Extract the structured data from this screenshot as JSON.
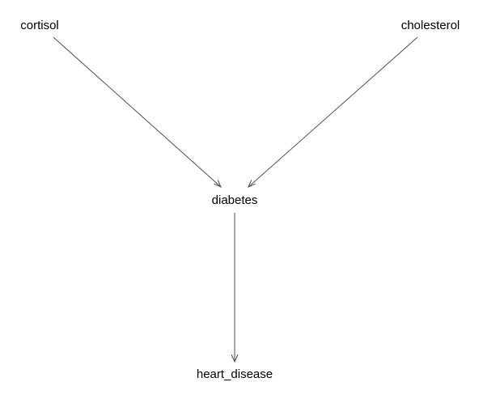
{
  "diagram": {
    "nodes": [
      {
        "id": "cortisol",
        "label": "cortisol"
      },
      {
        "id": "cholesterol",
        "label": "cholesterol"
      },
      {
        "id": "diabetes",
        "label": "diabetes"
      },
      {
        "id": "heart_disease",
        "label": "heart_disease"
      }
    ],
    "edges": [
      {
        "from": "cortisol",
        "to": "diabetes"
      },
      {
        "from": "cholesterol",
        "to": "diabetes"
      },
      {
        "from": "diabetes",
        "to": "heart_disease"
      }
    ],
    "colors": {
      "background": "#ffffff",
      "text": "#000000",
      "edge": "#505050"
    }
  }
}
